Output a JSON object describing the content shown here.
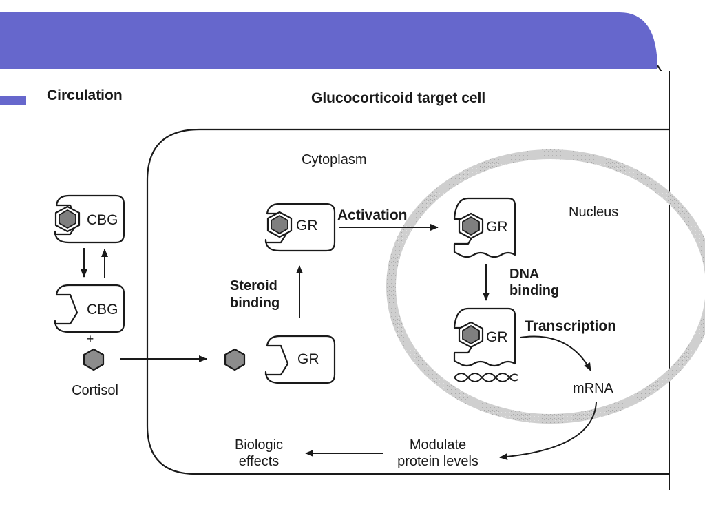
{
  "theme": {
    "banner_color": "#6667cc",
    "accent_color": "#5f9ea0",
    "nucleus_ring_color": "#c8c8c8"
  },
  "headings": {
    "circulation": "Circulation",
    "target_cell": "Glucocorticoid target cell"
  },
  "compartments": {
    "cytoplasm": "Cytoplasm",
    "nucleus": "Nucleus"
  },
  "proteins": {
    "cbg": "CBG",
    "gr": "GR"
  },
  "molecules": {
    "plus_sign": "+",
    "cortisol": "Cortisol",
    "mrna": "mRNA"
  },
  "steps": {
    "steroid_binding_line1": "Steroid",
    "steroid_binding_line2": "binding",
    "activation": "Activation",
    "dna_binding_line1": "DNA",
    "dna_binding_line2": "binding",
    "transcription": "Transcription",
    "modulate_line1": "Modulate",
    "modulate_line2": "protein levels",
    "biologic_line1": "Biologic",
    "biologic_line2": "effects"
  },
  "icons": [
    "cortisol-hexagon-icon",
    "receptor-pocket-icon",
    "dna-helix-icon",
    "arrow-icon"
  ]
}
